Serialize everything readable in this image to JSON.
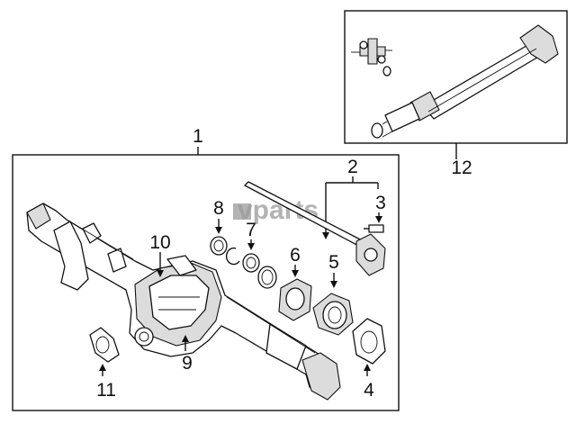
{
  "callouts": [
    "1",
    "2",
    "3",
    "4",
    "5",
    "6",
    "7",
    "8",
    "9",
    "10",
    "11",
    "12"
  ],
  "watermark": "vparts",
  "icons": [
    "rear-axle-housing",
    "axle-shaft",
    "wheel-stud",
    "brake-backing-plate",
    "wheel-bearing",
    "seal-retainer",
    "snap-ring",
    "axle-seal",
    "differential-carrier",
    "pinion-seal",
    "drive-shaft",
    "universal-joint"
  ]
}
